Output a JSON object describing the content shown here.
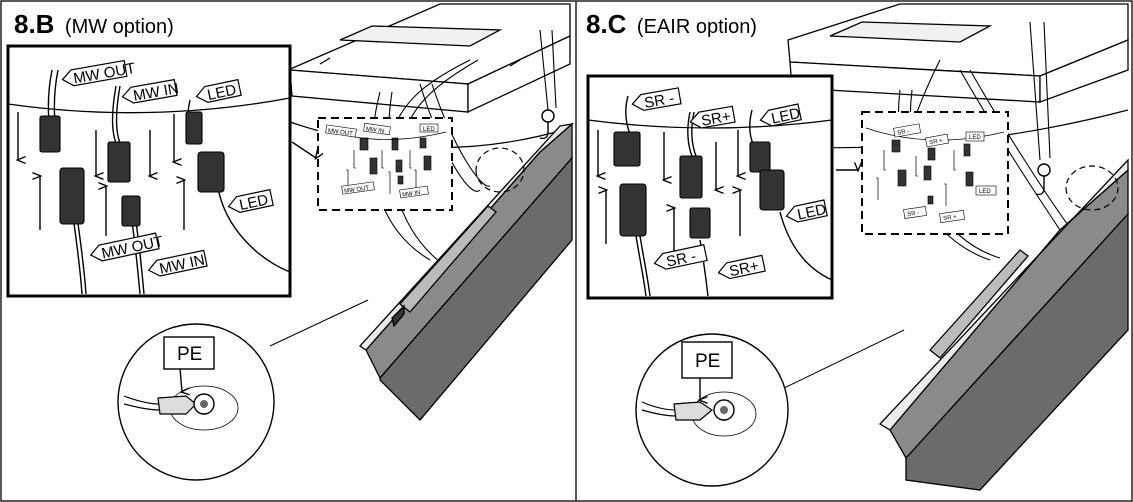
{
  "panel_b": {
    "title_num": "8.B",
    "title_option": "(MW option)",
    "zoom_labels": {
      "mw_out_top": "MW OUT",
      "mw_in_top": "MW IN",
      "led_top": "LED",
      "led_bottom": "LED",
      "mw_out_bottom": "MW OUT",
      "mw_in_bottom": "MW IN"
    },
    "small_labels": {
      "mw_out_top": "MW OUT",
      "mw_in_top": "MW IN",
      "led_top": "LED",
      "mw_out_bottom": "MW OUT",
      "mw_in_bottom": "MW IN"
    },
    "pe_label": "PE"
  },
  "panel_c": {
    "title_num": "8.C",
    "title_option": "(EAIR option)",
    "zoom_labels": {
      "sr_minus_top": "SR -",
      "sr_plus_top": "SR+",
      "led_top": "LED",
      "led_bottom": "LED",
      "sr_minus_bottom": "SR -",
      "sr_plus_bottom": "SR+"
    },
    "small_labels": {
      "sr_minus_top": "SR -",
      "sr_plus_top": "SR +",
      "led_top": "LED",
      "led_bottom": "LED",
      "sr_minus_bottom": "SR -",
      "sr_plus_bottom": "SR +"
    },
    "pe_label": "PE"
  }
}
